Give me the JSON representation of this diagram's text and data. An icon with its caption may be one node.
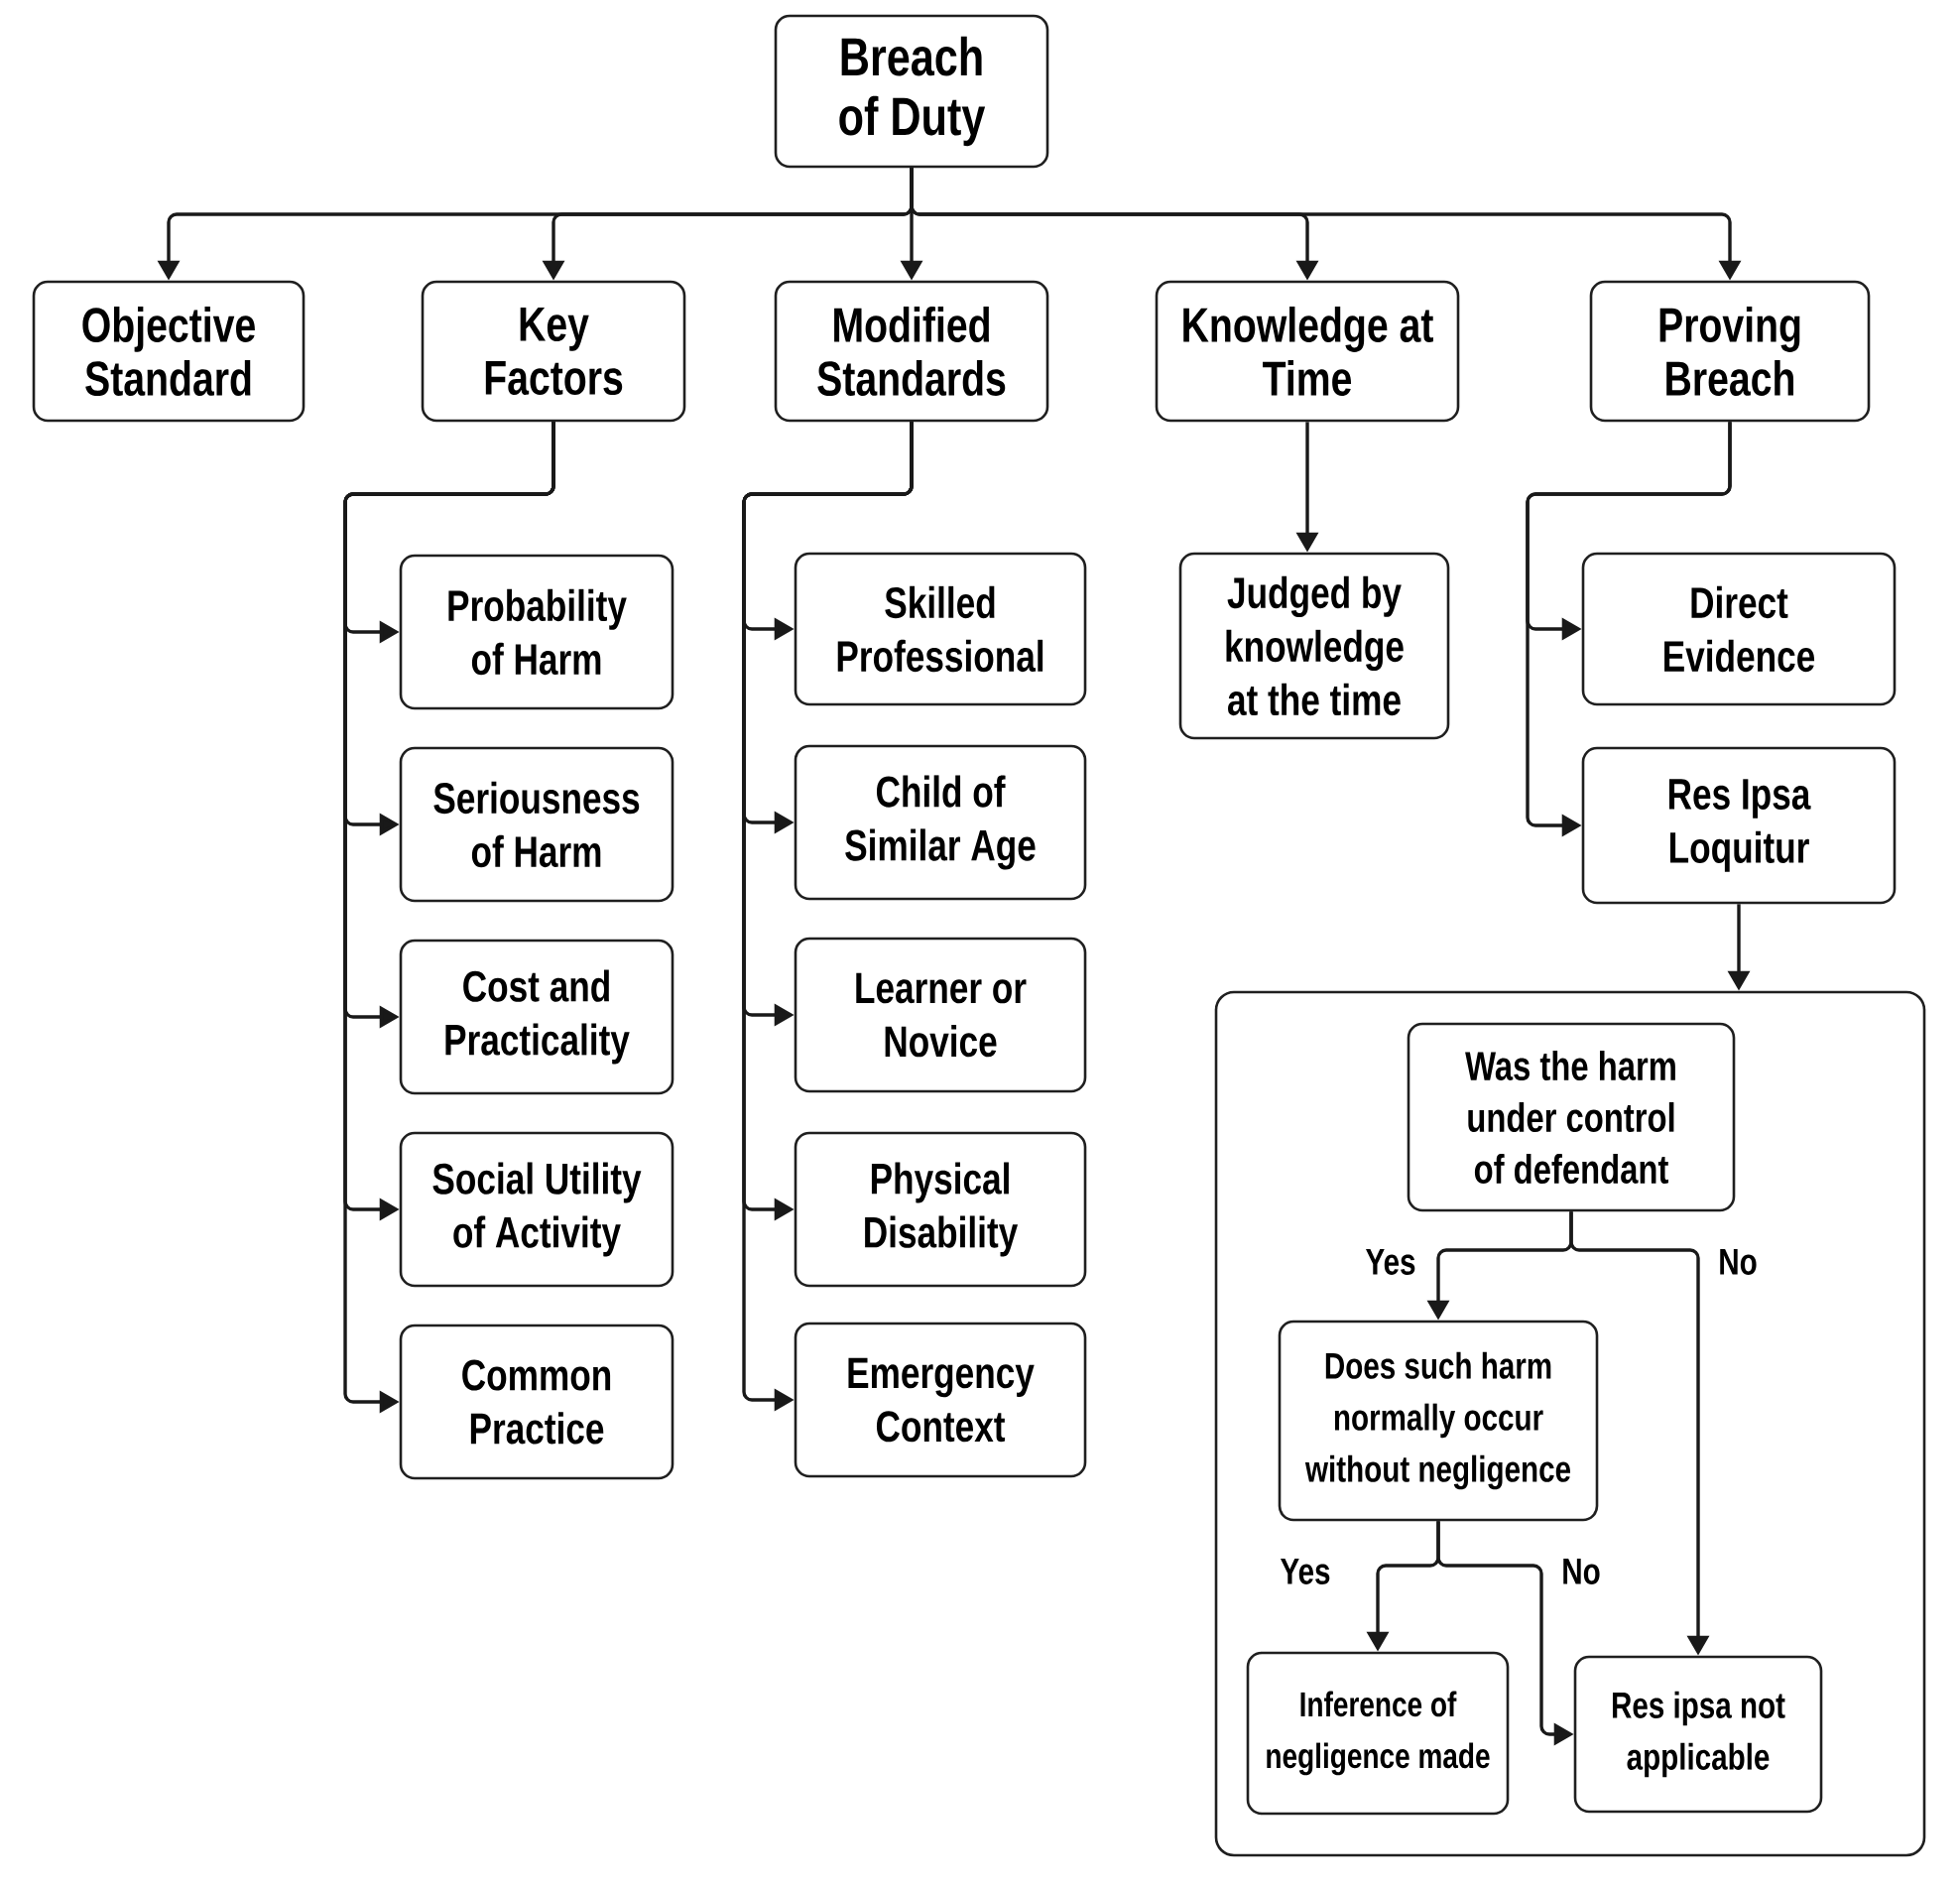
{
  "diagram": {
    "nodes": [
      {
        "text": [
          "Breach of Duty"
        ]
      },
      {
        "text": [
          "Objective Standard"
        ]
      },
      {
        "text": [
          "Key Factors"
        ]
      },
      {
        "text": [
          "Modified Standards"
        ]
      },
      {
        "text": [
          "Knowledge at Time"
        ]
      },
      {
        "text": [
          "Proving Breach"
        ]
      },
      {
        "text": [
          "Probability of Harm"
        ]
      },
      {
        "text": [
          "Seriousness of Harm"
        ]
      },
      {
        "text": [
          "Cost and Practicality"
        ]
      },
      {
        "text": [
          "Social Utility of Activity"
        ]
      },
      {
        "text": [
          "Common Practice"
        ]
      },
      {
        "text": [
          "Skilled Professional"
        ]
      },
      {
        "text": [
          "Child of Similar Age"
        ]
      },
      {
        "text": [
          "Learner or Novice"
        ]
      },
      {
        "text": [
          "Physical Disability"
        ]
      },
      {
        "text": [
          "Emergency Context"
        ]
      },
      {
        "text": [
          "Judged by knowledge at the time"
        ]
      },
      {
        "text": [
          "Direct Evidence"
        ]
      },
      {
        "text": [
          "Res Ipsa Loquitur"
        ]
      },
      {
        "text": [],
        "shape": "box"
      },
      {
        "text": [
          "Was the harm under control of defendant"
        ],
        "in": 19
      },
      {
        "text": [
          "Does such harm normally occur without negligence"
        ],
        "in": 19
      },
      {
        "text": [
          "Inference of negligence made"
        ],
        "in": 19
      },
      {
        "text": [
          "Res ipsa not applicable"
        ],
        "in": 19
      }
    ],
    "edges": [
      {
        "from": 0,
        "to": 1,
        "arrow": "to"
      },
      {
        "from": 0,
        "to": 2,
        "arrow": "to"
      },
      {
        "from": 0,
        "to": 3,
        "arrow": "to"
      },
      {
        "from": 0,
        "to": 4,
        "arrow": "to"
      },
      {
        "from": 0,
        "to": 5,
        "arrow": "to"
      },
      {
        "from": 2,
        "to": 6,
        "arrow": "to"
      },
      {
        "from": 2,
        "to": 7,
        "arrow": "to"
      },
      {
        "from": 2,
        "to": 8,
        "arrow": "to"
      },
      {
        "from": 2,
        "to": 9,
        "arrow": "to"
      },
      {
        "from": 2,
        "to": 10,
        "arrow": "to"
      },
      {
        "from": 3,
        "to": 11,
        "arrow": "to"
      },
      {
        "from": 3,
        "to": 12,
        "arrow": "to"
      },
      {
        "from": 3,
        "to": 13,
        "arrow": "to"
      },
      {
        "from": 3,
        "to": 14,
        "arrow": "to"
      },
      {
        "from": 3,
        "to": 15,
        "arrow": "to"
      },
      {
        "from": 4,
        "to": 16,
        "arrow": "to"
      },
      {
        "from": 5,
        "to": 17,
        "arrow": "to"
      },
      {
        "from": 5,
        "to": 18,
        "arrow": "to"
      },
      {
        "from": 18,
        "to": 19,
        "arrow": "to"
      },
      {
        "from": 20,
        "to": 21,
        "arrow": "to",
        "label": "Yes"
      },
      {
        "from": 20,
        "to": 23,
        "arrow": "to",
        "label": "No"
      },
      {
        "from": 21,
        "to": 22,
        "arrow": "to",
        "label": "Yes"
      },
      {
        "from": 21,
        "to": 23,
        "arrow": "to",
        "label": "No"
      }
    ]
  }
}
